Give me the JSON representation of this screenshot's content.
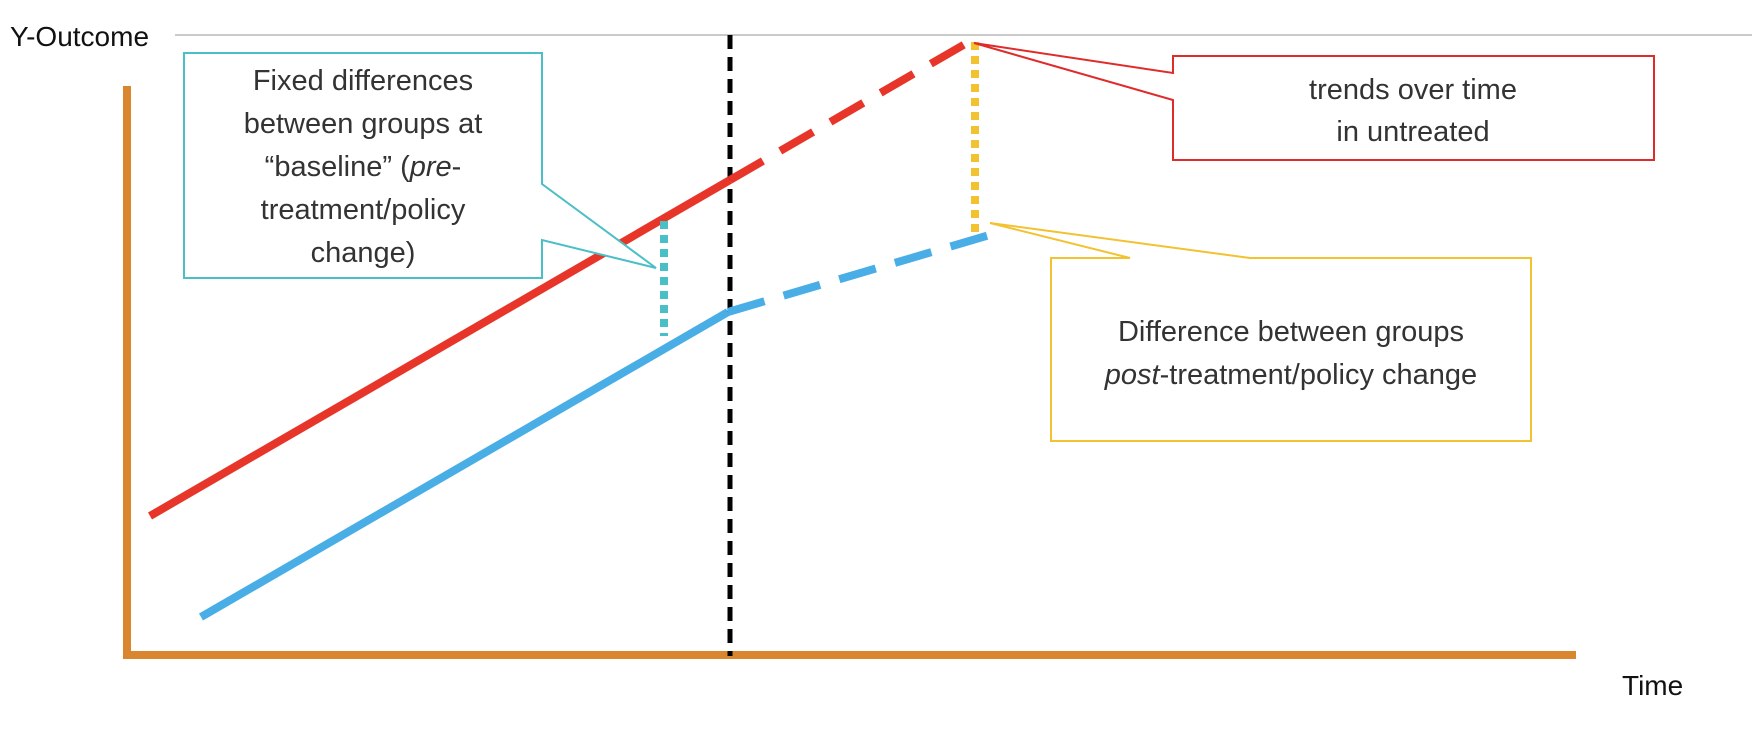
{
  "title_fragment": "Pictu e",
  "axes": {
    "y_label": "Y-Outcome",
    "x_label": "Time"
  },
  "callouts": {
    "baseline": {
      "lines": [
        "Fixed differences",
        "between groups at",
        "“baseline” (",
        "pre",
        "-",
        "treatment/policy",
        "change)"
      ]
    },
    "untreated_trends": {
      "lines": [
        "trends over time",
        "in untreated"
      ]
    },
    "post_difference": {
      "lines": [
        "Difference between groups",
        "post",
        "-treatment/policy change"
      ]
    }
  },
  "colors": {
    "axis": "#d9862e",
    "untreated_group": "#e8352a",
    "treated_group": "#4aaee6",
    "intervention_marker": "#000000",
    "baseline_callout": "#4bbfc6",
    "untreated_callout": "#e02b2b",
    "post_callout": "#f2c230",
    "top_rule": "#b8b8b8"
  }
}
